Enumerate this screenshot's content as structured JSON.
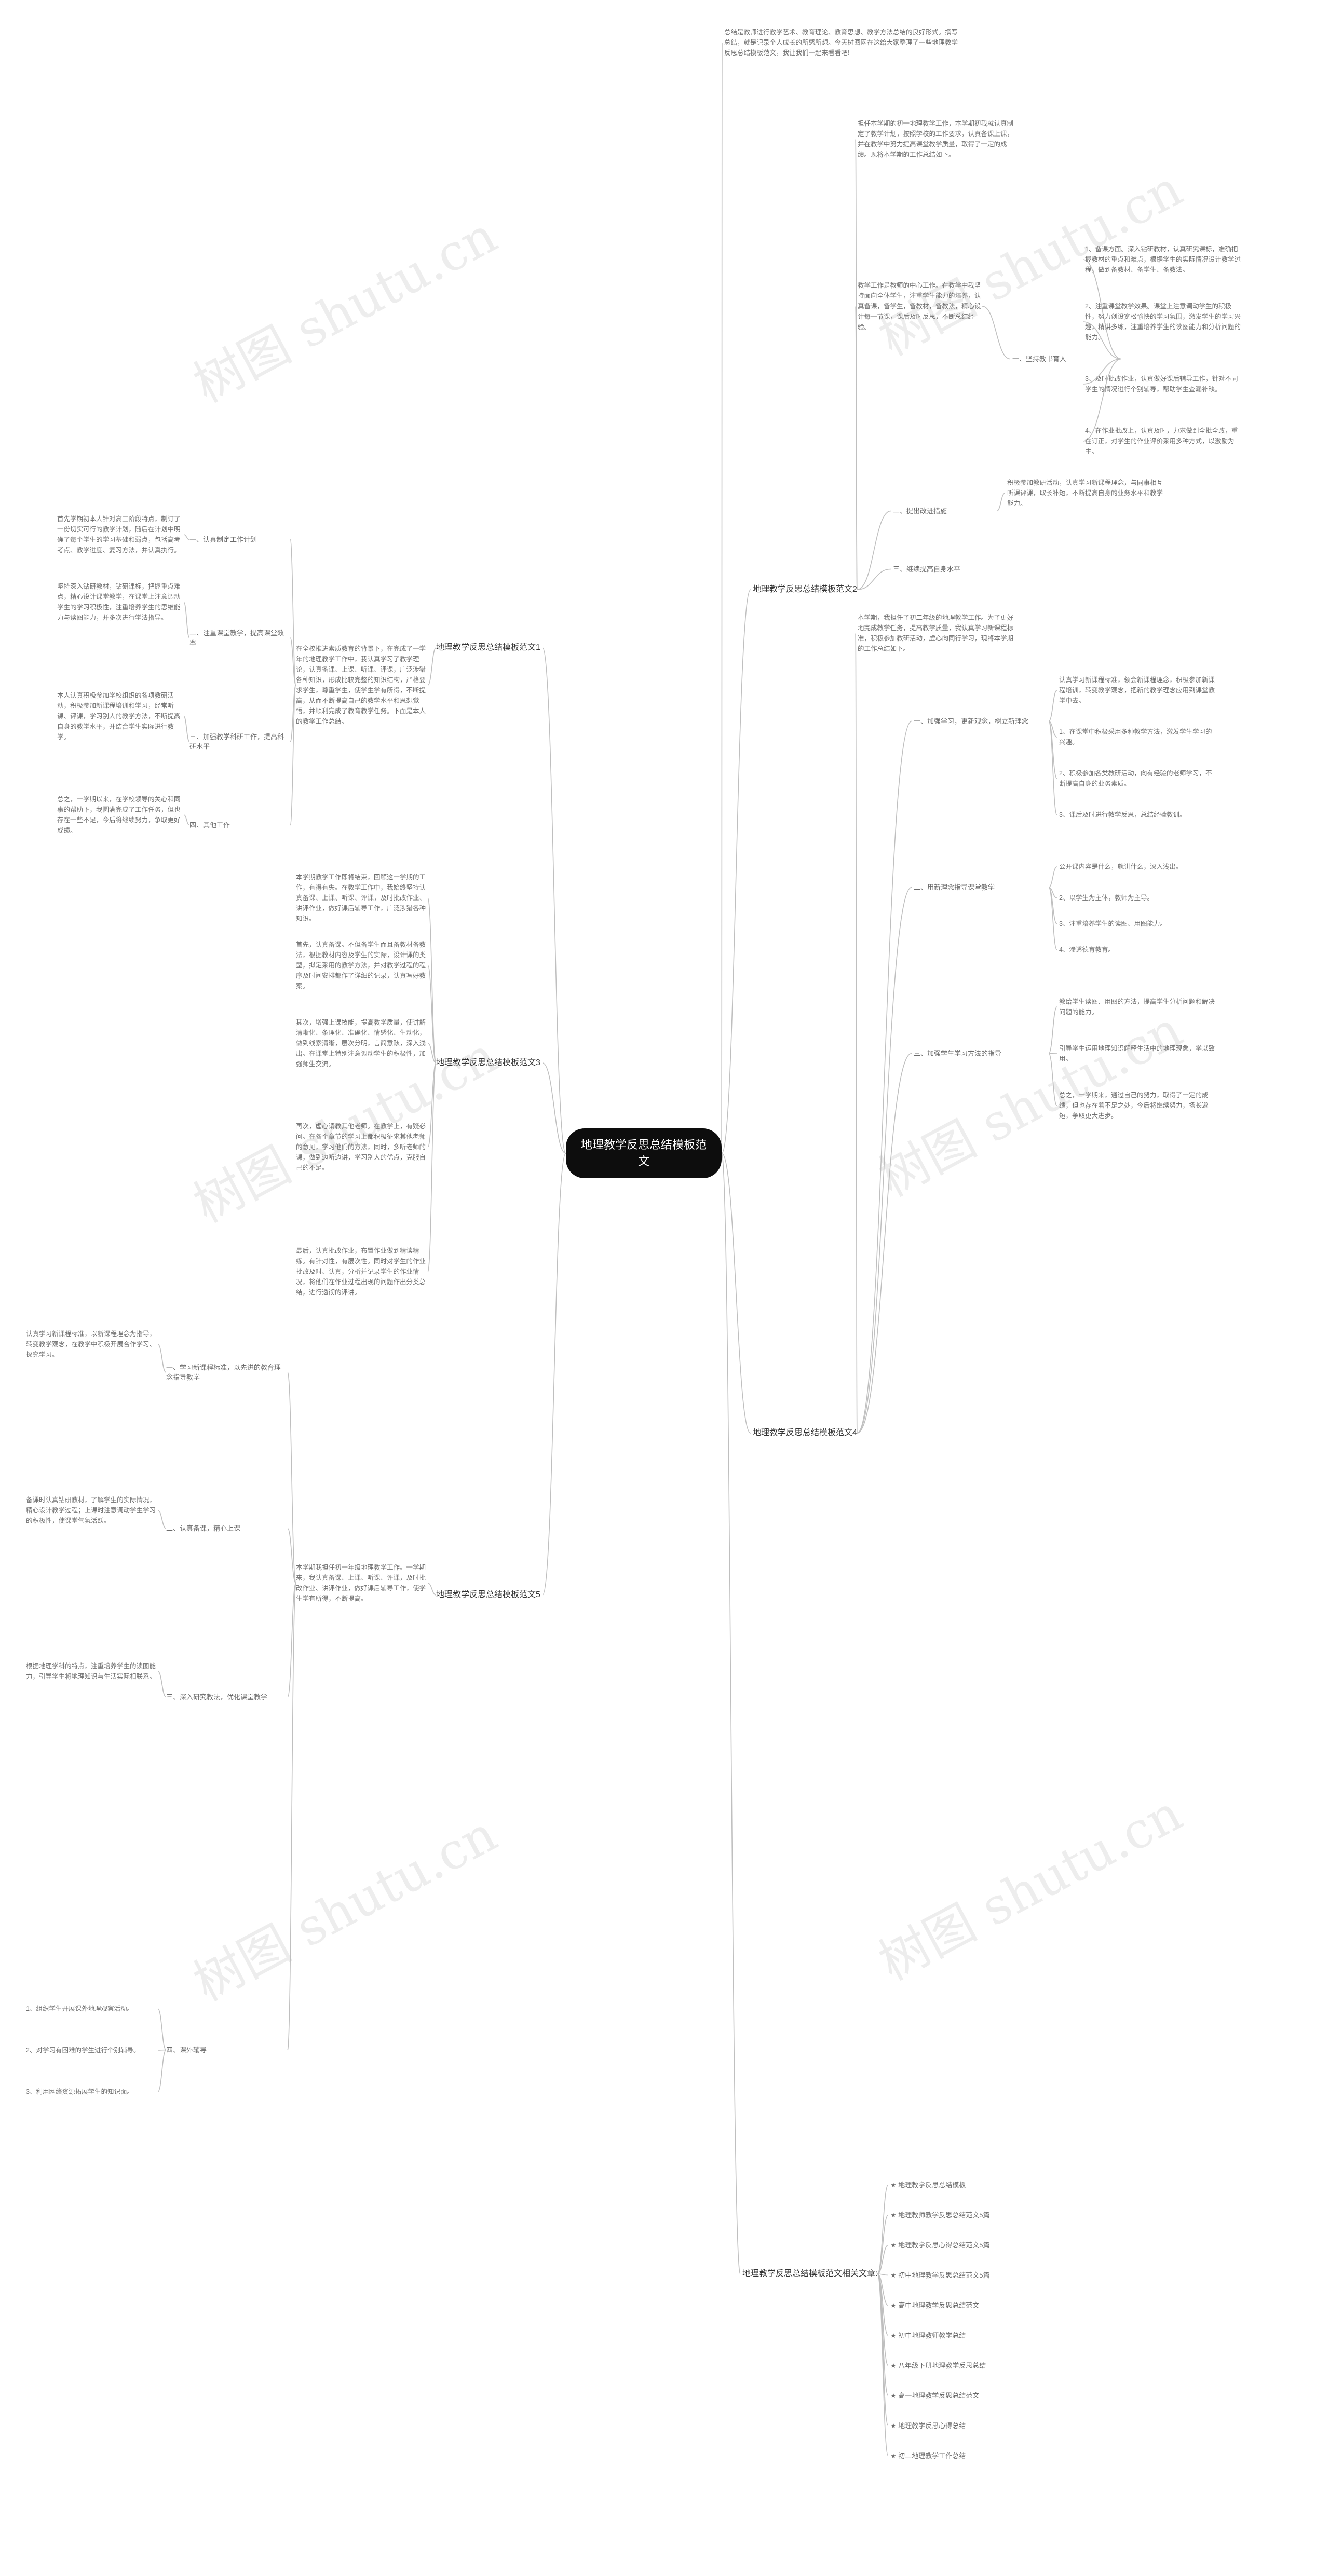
{
  "root": "地理教学反思总结模板范文",
  "watermark": "树图 shutu.cn",
  "colors": {
    "line": "#bfbfbf",
    "root_bg": "#0d0d0d"
  },
  "intro": "总结是教师进行教学艺术、教育理论、教育思想、教学方法总结的良好形式。撰写总结，就是记录个人成长的所感所想。今天树图网在这给大家整理了一些地理教学反思总结模板范文，我让我们一起来看看吧!",
  "branch1": {
    "title": "地理教学反思总结模板范文1",
    "intro": "在全校推进素质教育的背景下，在完成了一学年的地理教学工作中，我认真学习了教学理论，认真备课、上课、听课、评课，广泛涉猎各种知识，形成比较完整的知识结构，严格要求学生，尊重学生，使学生学有所得，不断提高，从而不断提高自己的教学水平和思想觉悟，并顺利完成了教育教学任务。下面是本人的教学工作总结。",
    "items": [
      {
        "label": "一、认真制定工作计划",
        "text": "首先学期初本人针对高三阶段特点，制订了一份切实可行的教学计划，随后在计划中明确了每个学生的学习基础和弱点，包括高考考点、教学进度、复习方法，并认真执行。"
      },
      {
        "label": "二、注重课堂教学，提高课堂效率",
        "text": "坚持深入钻研教材，钻研课标，把握重点难点，精心设计课堂教学，在课堂上注意调动学生的学习积极性，注重培养学生的思维能力与读图能力，并多次进行学法指导。"
      },
      {
        "label": "三、加强教学科研工作，提高科研水平",
        "text": "本人认真积极参加学校组织的各项教研活动，积极参加新课程培训和学习，经常听课、评课，学习别人的教学方法，不断提高自身的教学水平，并结合学生实际进行教学。"
      },
      {
        "label": "四、其他工作",
        "text": "总之，一学期以来，在学校领导的关心和同事的帮助下，我圆满完成了工作任务，但也存在一些不足，今后将继续努力，争取更好成绩。"
      }
    ]
  },
  "branch2": {
    "title": "地理教学反思总结模板范文2",
    "intro": "担任本学期的初一地理教学工作，本学期初我就认真制定了教学计划，按照学校的工作要求，认真备课上课，并在教学中努力提高课堂教学质量，取得了一定的成绩。现将本学期的工作总结如下。",
    "s1": {
      "label": "一、坚持教书育人",
      "text": "教学工作是教师的中心工作。在教学中我坚持面向全体学生，注重学生能力的培养，认真备课，备学生，备教材，备教法，精心设计每一节课，课后及时反思，不断总结经验。",
      "items": [
        "1、备课方面。深入钻研教材，认真研究课标，准确把握教材的重点和难点，根据学生的实际情况设计教学过程，做到备教材、备学生、备教法。",
        "2、注重课堂教学效果。课堂上注意调动学生的积极性，努力创设宽松愉快的学习氛围，激发学生的学习兴趣，精讲多练，注重培养学生的读图能力和分析问题的能力。",
        "3、及时批改作业，认真做好课后辅导工作，针对不同学生的情况进行个别辅导，帮助学生查漏补缺。",
        "4、在作业批改上，认真及时，力求做到全批全改，重在订正，对学生的作业评价采用多种方式，以激励为主。"
      ]
    },
    "s2": {
      "label": "二、提出改进措施",
      "text": "积极参加教研活动，认真学习新课程理念，与同事相互听课评课，取长补短，不断提高自身的业务水平和教学能力。"
    },
    "s3": "三、继续提高自身水平"
  },
  "branch3": {
    "title": "地理教学反思总结模板范文3",
    "intro": "本学期教学工作即将结束，回顾这一学期的工作，有得有失。在教学工作中，我始终坚持认真备课、上课、听课、评课，及时批改作业、讲评作业，做好课后辅导工作，广泛涉猎各种知识。",
    "parts": [
      "首先，认真备课。不但备学生而且备教材备教法，根据教材内容及学生的实际，设计课的类型，拟定采用的教学方法，并对教学过程的程序及时间安排都作了详细的记录，认真写好教案。",
      "其次，增强上课技能，提高教学质量，使讲解清晰化、条理化、准确化、情感化、生动化，做到线索清晰，层次分明，言简意赅，深入浅出。在课堂上特别注意调动学生的积极性，加强师生交流。",
      "再次，虚心请教其他老师。在教学上，有疑必问。在各个章节的学习上都积极征求其他老师的意见，学习他们的方法，同时，多听老师的课，做到边听边讲，学习别人的优点，克服自己的不足。",
      "最后，认真批改作业，布置作业做到精读精练。有针对性，有层次性。同时对学生的作业批改及时、认真，分析并记录学生的作业情况，将他们在作业过程出现的问题作出分类总结，进行透彻的评讲。"
    ]
  },
  "branch4": {
    "title": "地理教学反思总结模板范文4",
    "intro": "本学期，我担任了初二年级的地理教学工作。为了更好地完成教学任务，提高教学质量，我认真学习新课程标准，积极参加教研活动，虚心向同行学习，现将本学期的工作总结如下。",
    "s1": {
      "label": "一、加强学习，更新观念，树立新理念",
      "items": [
        "认真学习新课程标准，领会新课程理念，积极参加新课程培训，转变教学观念，把新的教学理念应用到课堂教学中去。",
        "1、在课堂中积极采用多种教学方法，激发学生学习的兴趣。",
        "2、积极参加各类教研活动，向有经验的老师学习，不断提高自身的业务素质。",
        "3、课后及时进行教学反思，总结经验教训。"
      ]
    },
    "s2": {
      "label": "二、用新理念指导课堂教学",
      "items": [
        "公开课内容是什么，就讲什么，深入浅出。",
        "2、以学生为主体，教师为主导。",
        "3、注重培养学生的读图、用图能力。",
        "4、渗透德育教育。"
      ]
    },
    "s3": {
      "label": "三、加强学生学习方法的指导",
      "items": [
        "教给学生读图、用图的方法，提高学生分析问题和解决问题的能力。",
        "引导学生运用地理知识解释生活中的地理现象，学以致用。",
        "总之，一学期来，通过自己的努力，取得了一定的成绩，但也存在着不足之处，今后将继续努力，扬长避短，争取更大进步。"
      ]
    }
  },
  "branch5": {
    "title": "地理教学反思总结模板范文5",
    "intro": "本学期我担任初一年级地理教学工作。一学期来，我认真备课、上课、听课、评课，及时批改作业、讲评作业，做好课后辅导工作，使学生学有所得，不断提高。",
    "items": [
      {
        "label": "一、学习新课程标准，以先进的教育理念指导教学",
        "text": "认真学习新课程标准，以新课程理念为指导，转变教学观念，在教学中积极开展合作学习、探究学习。"
      },
      {
        "label": "二、认真备课，精心上课",
        "text": "备课时认真钻研教材，了解学生的实际情况，精心设计教学过程；上课时注意调动学生学习的积极性，使课堂气氛活跃。"
      },
      {
        "label": "三、深入研究教法，优化课堂教学",
        "text": "根据地理学科的特点，注重培养学生的读图能力，引导学生将地理知识与生活实际相联系。"
      },
      {
        "label": "四、课外辅导",
        "items": [
          "1、组织学生开展课外地理观察活动。",
          "2、对学习有困难的学生进行个别辅导。",
          "3、利用网络资源拓展学生的知识面。"
        ]
      }
    ]
  },
  "branch6": {
    "title": "地理教学反思总结模板范文相关文章:",
    "links": [
      "★ 地理教学反思总结模板",
      "★ 地理教师教学反思总结范文5篇",
      "★ 地理教学反思心得总结范文5篇",
      "★ 初中地理教学反思总结范文5篇",
      "★ 高中地理教学反思总结范文",
      "★ 初中地理教师教学总结",
      "★ 八年级下册地理教学反思总结",
      "★ 高一地理教学反思总结范文",
      "★ 地理教学反思心得总结",
      "★ 初二地理教学工作总结"
    ]
  }
}
